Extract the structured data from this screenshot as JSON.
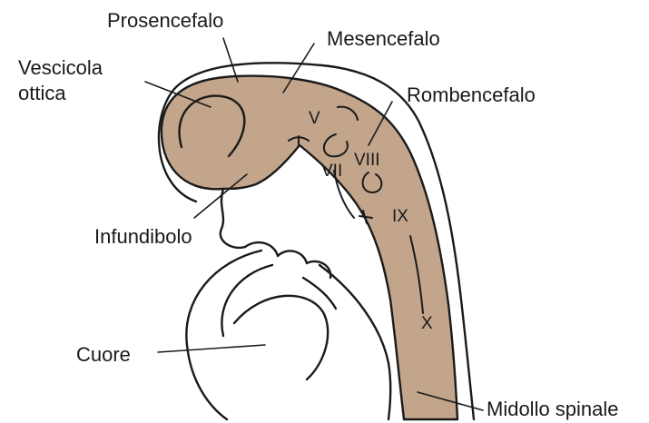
{
  "labels": {
    "prosencefalo": "Prosencefalo",
    "mesencefalo": "Mesencefalo",
    "vescicola_line1": "Vescicola",
    "vescicola_line2": "ottica",
    "rombencefalo": "Rombencefalo",
    "infundibolo": "Infundibolo",
    "cuore": "Cuore",
    "midollo": "Midollo spinale"
  },
  "nerves": {
    "v": "V",
    "vii": "VII",
    "viii": "VIII",
    "ix": "IX",
    "x": "X"
  },
  "colors": {
    "tissue": "#c2a58b",
    "ink": "#1a1a1a",
    "background": "#ffffff"
  }
}
